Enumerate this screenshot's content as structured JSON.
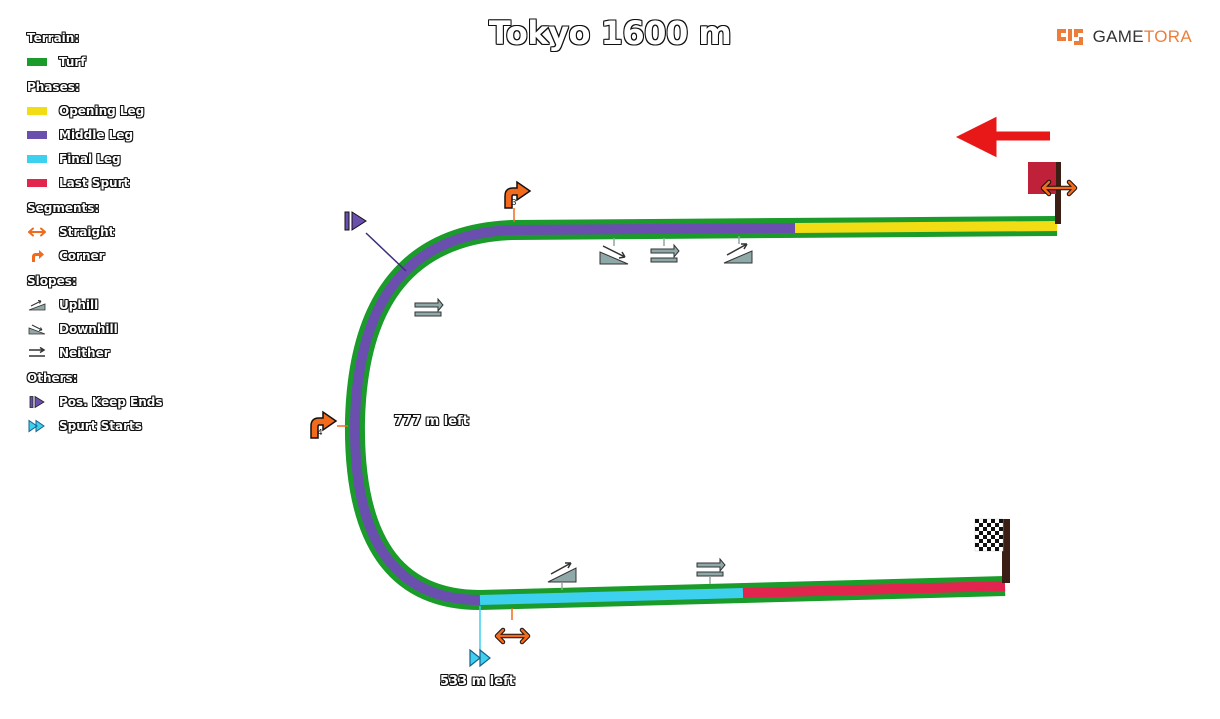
{
  "title": "Tokyo 1600 m",
  "brand": {
    "prefix": "GAME",
    "suffix": "TORA"
  },
  "legend": {
    "terrain": {
      "heading": "Terrain:",
      "items": [
        {
          "label": "Turf",
          "color": "#1a9b2a"
        }
      ]
    },
    "phases": {
      "heading": "Phases:",
      "items": [
        {
          "label": "Opening Leg",
          "color": "#f2dc14"
        },
        {
          "label": "Middle Leg",
          "color": "#6a4fae"
        },
        {
          "label": "Final Leg",
          "color": "#3dd0ef"
        },
        {
          "label": "Last Spurt",
          "color": "#e2254f"
        }
      ]
    },
    "segments": {
      "heading": "Segments:",
      "items": [
        {
          "label": "Straight",
          "icon": "straight-icon"
        },
        {
          "label": "Corner",
          "icon": "corner-icon"
        }
      ]
    },
    "slopes": {
      "heading": "Slopes:",
      "items": [
        {
          "label": "Uphill",
          "icon": "uphill-icon"
        },
        {
          "label": "Downhill",
          "icon": "downhill-icon"
        },
        {
          "label": "Neither",
          "icon": "neither-icon"
        }
      ]
    },
    "others": {
      "heading": "Others:",
      "items": [
        {
          "label": "Pos. Keep Ends",
          "icon": "pos-keep-ends-icon"
        },
        {
          "label": "Spurt Starts",
          "icon": "spurt-starts-icon"
        }
      ]
    }
  },
  "track": {
    "labels": {
      "pos_keep_end": "777 m left",
      "spurt_start": "533 m left"
    },
    "corner_numbers": [
      "3",
      "4"
    ],
    "colors": {
      "turf": "#1a9b2a",
      "direction_arrow": "#e81818",
      "segment_icon": "#f26a1b",
      "slope_icon": "#8fa8a8",
      "start_flag": "#c0213a"
    }
  }
}
